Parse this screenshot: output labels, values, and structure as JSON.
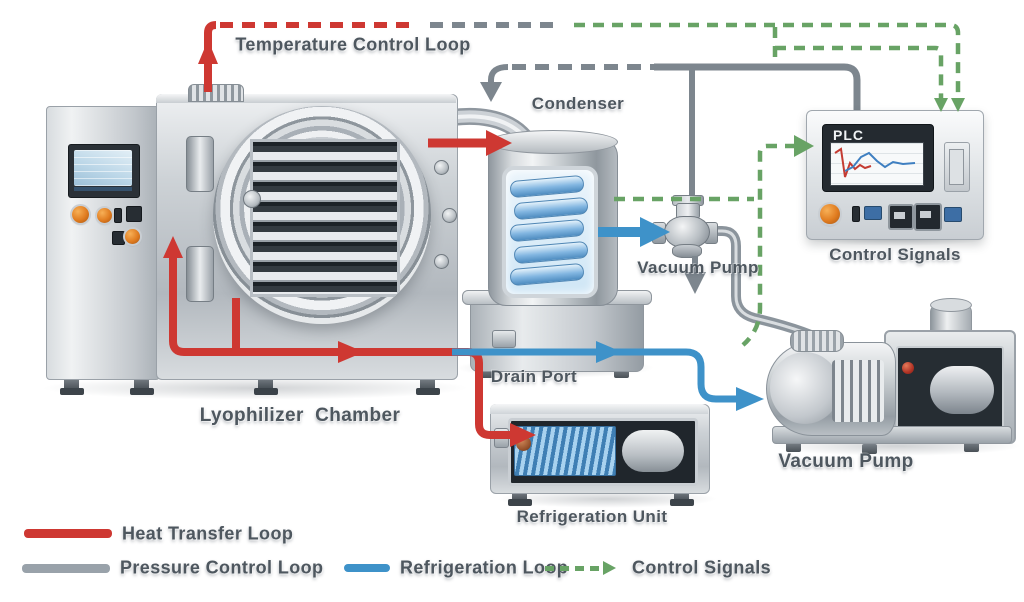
{
  "diagram": {
    "annotations": {
      "temperature_control_loop": "Temperature Control Loop",
      "condenser": "Condenser",
      "vacuum_pump_line": "Vacuum Pump",
      "control_signals": "Control Signals",
      "drain_port": "Drain Port",
      "lyophilizer_chamber": "Lyophilizer  Chamber",
      "vacuum_pump": "Vacuum Pump",
      "refrigeration_unit": "Refrigeration Unit"
    },
    "plc": {
      "screen_title": "PLC"
    },
    "legend": {
      "items": [
        {
          "label": "Heat Transfer Loop",
          "color": "#ce3832",
          "style": "solid"
        },
        {
          "label": "Pressure Control Loop",
          "color": "#99a2aa",
          "style": "solid"
        },
        {
          "label": "Refrigeration Loop",
          "color": "#3e92c9",
          "style": "solid"
        },
        {
          "label": "Control Signals",
          "color": "#68a365",
          "style": "dashed-arrow"
        }
      ]
    },
    "line_colors": {
      "heat_transfer": "#ce3832",
      "pressure_control": "#7d868e",
      "refrigeration": "#3e92c9",
      "control_signals": "#68a365"
    }
  }
}
